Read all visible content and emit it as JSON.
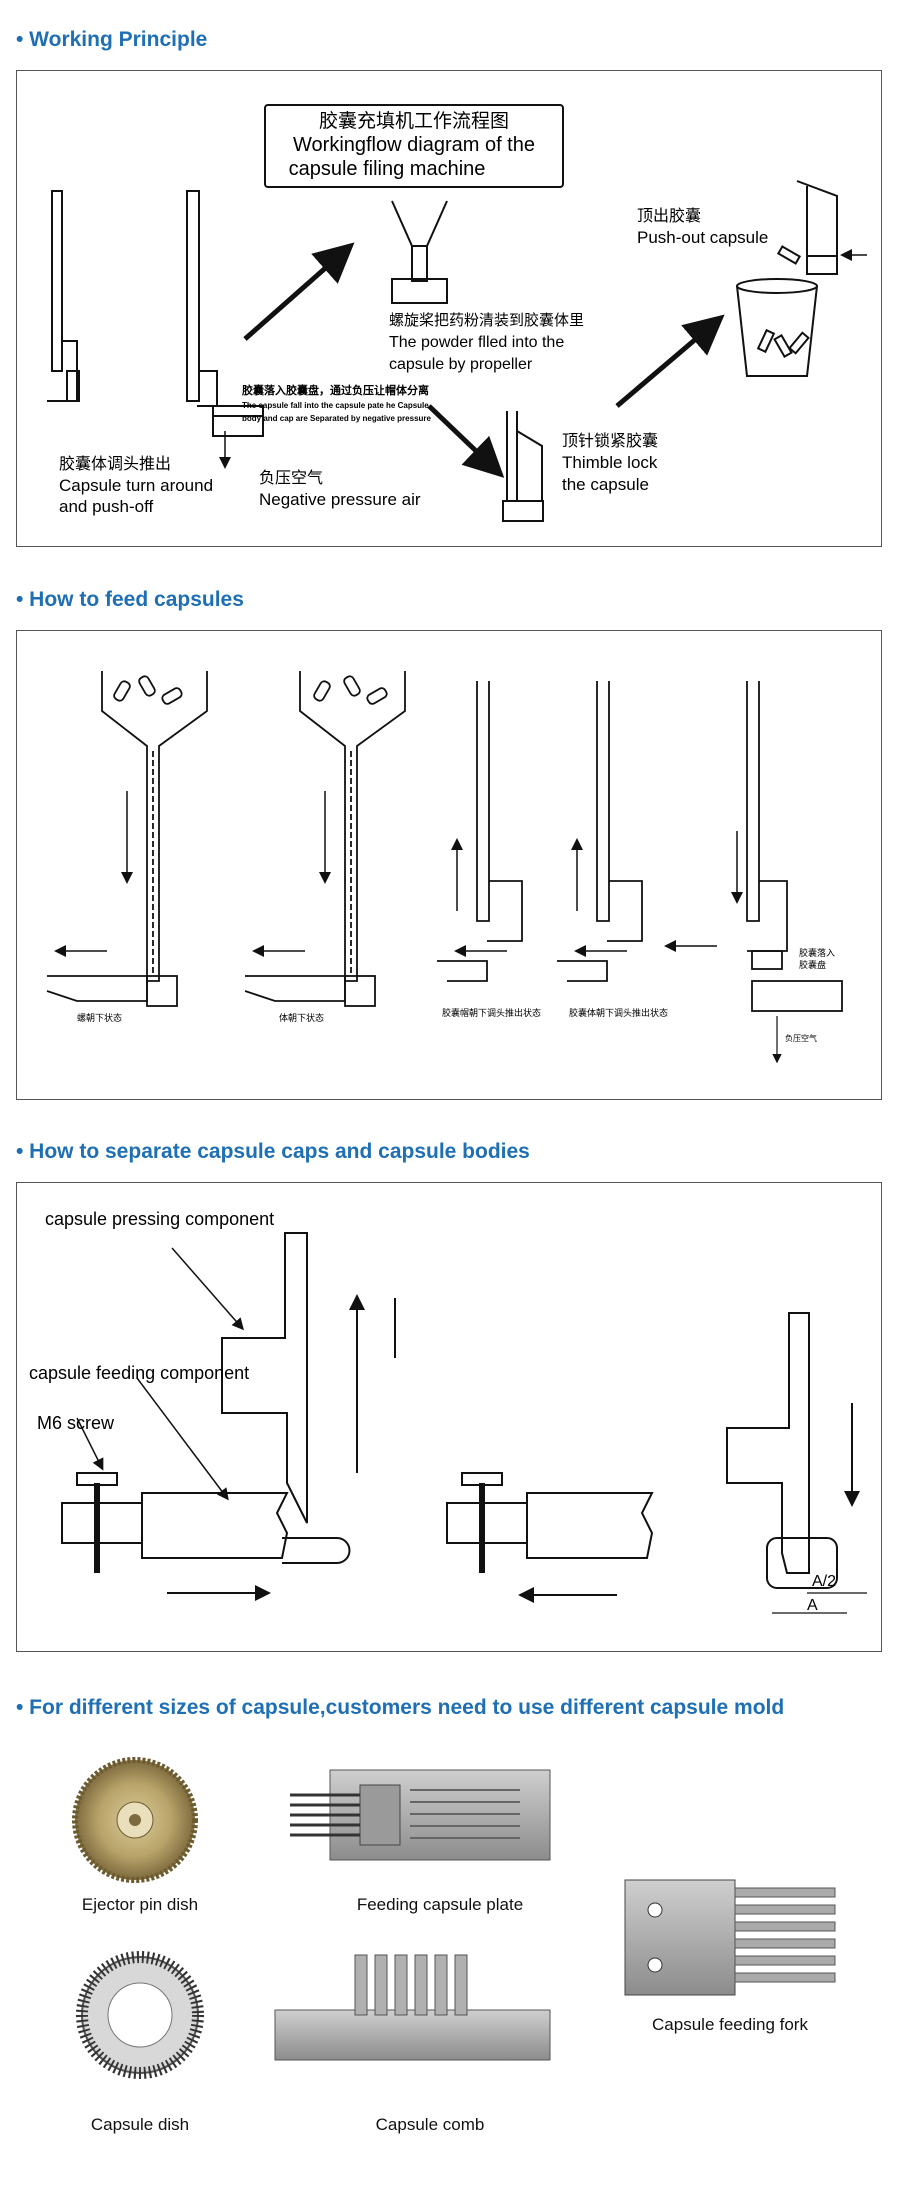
{
  "sections": {
    "working": "• Working Principle",
    "feed": "• How to feed capsules",
    "separate": "• How to separate capsule caps and capsule bodies",
    "sizes": "• For different sizes of capsule,customers need to use different capsule mold"
  },
  "working": {
    "box_cn": "胶囊充填机工作流程图",
    "box_en1": "Workingflow diagram of the",
    "box_en2": "capsule filing machine",
    "turn_cn": "胶囊体调头推出",
    "turn_en1": "Capsule turn around",
    "turn_en2": "and push-off",
    "fall_cn": "胶囊落入胶囊盘，通过负压让帽体分离",
    "fall_en1": "The capsule fall into the capsule pate he Capsule",
    "fall_en2": "body and cap are Separated by negative pressure",
    "neg_cn": "负压空气",
    "neg_en": "Negative pressure air",
    "powder_cn": "螺旋桨把药粉清装到胶囊体里",
    "powder_en1": "The powder flled into the",
    "powder_en2": "capsule by propeller",
    "thimble_cn": "顶针锁紧胶囊",
    "thimble_en1": "Thimble lock",
    "thimble_en2": "the capsule",
    "push_cn": "顶出胶囊",
    "push_en": "Push-out capsule"
  },
  "feed": {
    "s1": "螺朝下状态",
    "s2": "体朝下状态",
    "s3": "胶囊帽朝下调头推出状态",
    "s4": "胶囊体朝下调头推出状态",
    "s5a": "胶囊落入",
    "s5b": "胶囊盘",
    "s5c": "负压空气"
  },
  "separate": {
    "pressing": "capsule pressing component",
    "feeding": "capsule feeding component",
    "screw": "M6 screw",
    "a_half": "A/2",
    "a": "A"
  },
  "molds": {
    "ejector": "Ejector pin dish",
    "feeding_plate": "Feeding capsule plate",
    "fork": "Capsule feeding fork",
    "dish": "Capsule dish",
    "comb": "Capsule comb"
  }
}
